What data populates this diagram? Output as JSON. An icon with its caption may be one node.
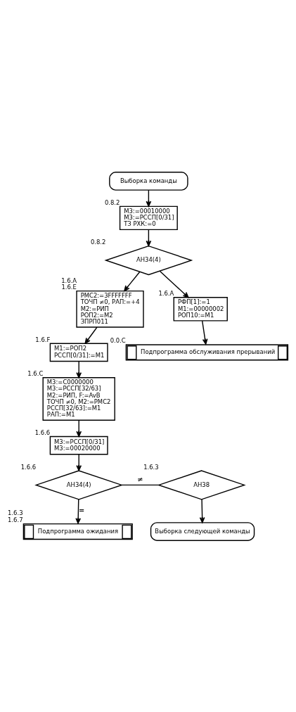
{
  "diagram": {
    "nodes": [
      {
        "text": [
          "Выборка команды"
        ]
      },
      {
        "text": [
          "М3:=00010000",
          "М3:=РССП[0/31]",
          "ТЗ РХК:=0"
        ],
        "beside": [
          "0.8.2"
        ]
      },
      {
        "text": [
          "АН34(4)"
        ],
        "beside": [
          "0.8.2"
        ]
      },
      {
        "text": [
          "РМС2:=3FFFFFFF",
          "ТОЧП ≠0, РАП:=+4",
          "М2:=РИП",
          "РОП2:=М2",
          "ЗПРП011"
        ],
        "beside": [
          "1.6.A",
          "1.6.E"
        ]
      },
      {
        "text": [
          "РФП[1]:=1",
          "М1:=00000002",
          "РОП10:=М1"
        ],
        "beside": [
          "1.6.A"
        ]
      },
      {
        "text": [
          "Подпрограмма обслуживания прерываний"
        ],
        "beside": [
          "0.0.C"
        ]
      },
      {
        "text": [
          "М1:=РОП2",
          "РССП[0/31]:=М1"
        ],
        "beside": [
          "1.6.F"
        ]
      },
      {
        "text": [
          "М3:=C0000000",
          "М3:=РССП[32/63]",
          "М2:=РИП, F:=AvB",
          "ТОЧП ≠0, М2:=РМС2",
          "РССП[32/63]:=М1",
          "РАП:=М1"
        ],
        "beside": [
          "1.6.C"
        ]
      },
      {
        "text": [
          "М3:=РССП[0/31]",
          "М3:=00020000"
        ],
        "beside": [
          "1.6.6"
        ]
      },
      {
        "text": [
          "АН34(4)"
        ],
        "beside": [
          "1.6.6"
        ]
      },
      {
        "text": [
          "АН38"
        ],
        "beside": [
          "1.6.3"
        ]
      },
      {
        "text": [
          "Подпрограмма ожидания"
        ],
        "beside": [
          "1.6.3",
          "1.6.7"
        ]
      },
      {
        "text": [
          "Выборка следующей команды"
        ]
      }
    ],
    "edges": [
      {
        "from": 0,
        "to": 1,
        "arrow": "to"
      },
      {
        "from": 1,
        "to": 2,
        "arrow": "to"
      },
      {
        "from": 2,
        "to": 3,
        "arrow": "to"
      },
      {
        "from": 2,
        "to": 4,
        "arrow": "to"
      },
      {
        "from": 4,
        "to": 5,
        "arrow": "to"
      },
      {
        "from": 3,
        "to": 6,
        "arrow": "to"
      },
      {
        "from": 6,
        "to": 7,
        "arrow": "to"
      },
      {
        "from": 7,
        "to": 8,
        "arrow": "to"
      },
      {
        "from": 8,
        "to": 9,
        "arrow": "to"
      },
      {
        "from": 9,
        "to": 10,
        "arrow": "none",
        "label": "≠"
      },
      {
        "from": 9,
        "to": 11,
        "arrow": "to",
        "label": "="
      },
      {
        "from": 10,
        "to": 12,
        "arrow": "to"
      }
    ]
  }
}
